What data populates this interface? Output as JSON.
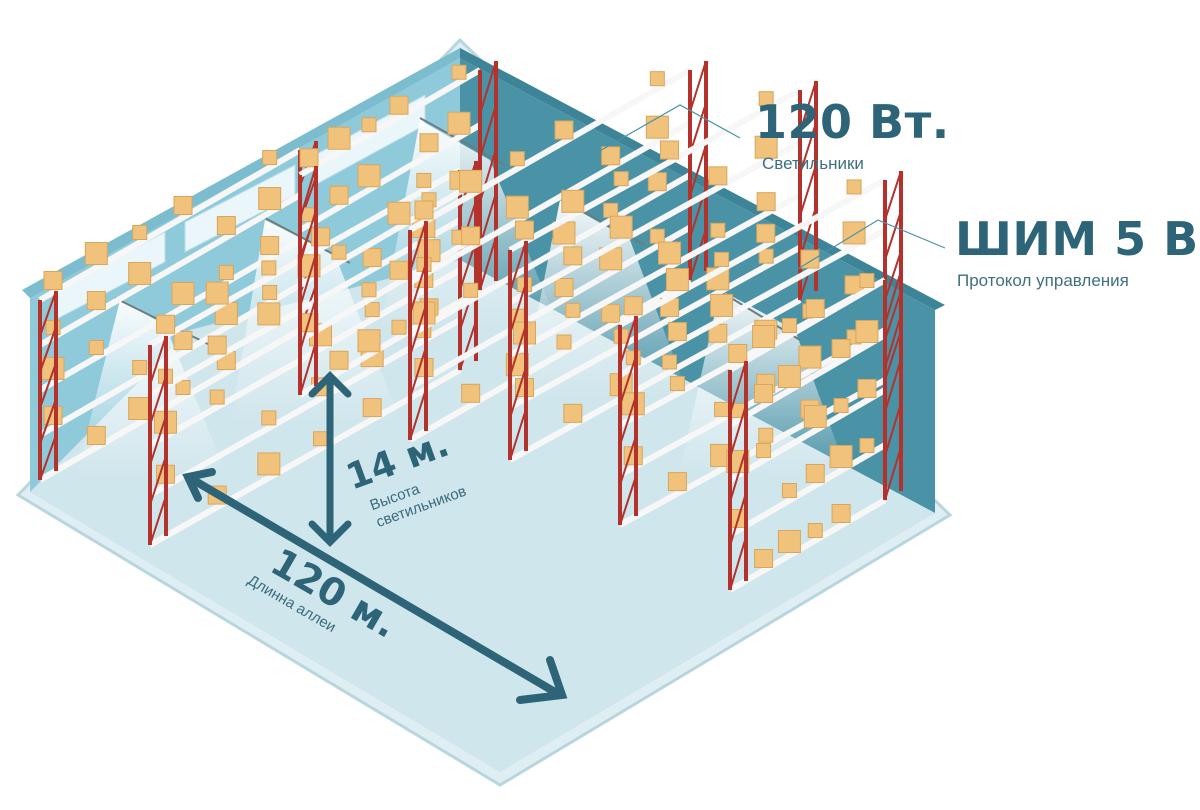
{
  "callouts": {
    "power": {
      "value": "120 Вт.",
      "caption": "Светильники"
    },
    "control": {
      "value": "ШИМ 5 В",
      "caption": "Протокол управления"
    }
  },
  "dimensions": {
    "height": {
      "value": "14 м.",
      "caption_line1": "Высота",
      "caption_line2": "светильников"
    },
    "length": {
      "value": "120 м.",
      "caption": "Длинна аллеи"
    }
  },
  "colors": {
    "floor": "#cfe6ec",
    "wall_left": "#8fcadb",
    "wall_back": "#4a93a7",
    "rack_frame": "#b3322b",
    "box": "#f1c27c",
    "accent_text": "#2e6478"
  }
}
